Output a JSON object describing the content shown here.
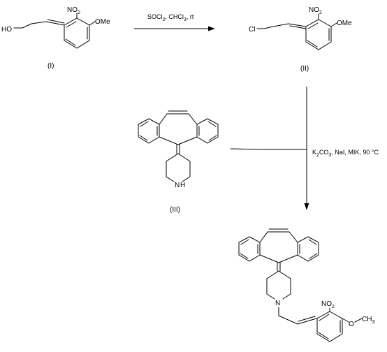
{
  "compounds": {
    "c1": {
      "label": "(I)",
      "atoms": {
        "hydroxyl": "HO",
        "nitro_n": "NO",
        "nitro_sub": "2",
        "methoxy": "OMe"
      }
    },
    "c2": {
      "label": "(II)",
      "atoms": {
        "chloro": "Cl",
        "nitro_n": "NO",
        "nitro_sub": "2",
        "methoxy": "OMe"
      }
    },
    "c3": {
      "label": "(III)",
      "atoms": {
        "amine": "N",
        "amine_h": "H"
      }
    },
    "c4": {
      "atoms": {
        "amine": "N",
        "nitro_n": "NO",
        "nitro_sub": "2",
        "methoxy": "O",
        "methoxy_tail": "CH",
        "methoxy_sub": "3"
      }
    }
  },
  "reactions": {
    "r1": {
      "pre": "SOCl",
      "sub1": "2",
      "mid": ", CHCl",
      "sub2": "3",
      "post": ", rt"
    },
    "r2": {
      "pre": "K",
      "sub1": "2",
      "mid": "CO",
      "sub2": "3",
      "post": ", NaI, MIK, 90 ",
      "unit_glyph": "°C"
    }
  }
}
